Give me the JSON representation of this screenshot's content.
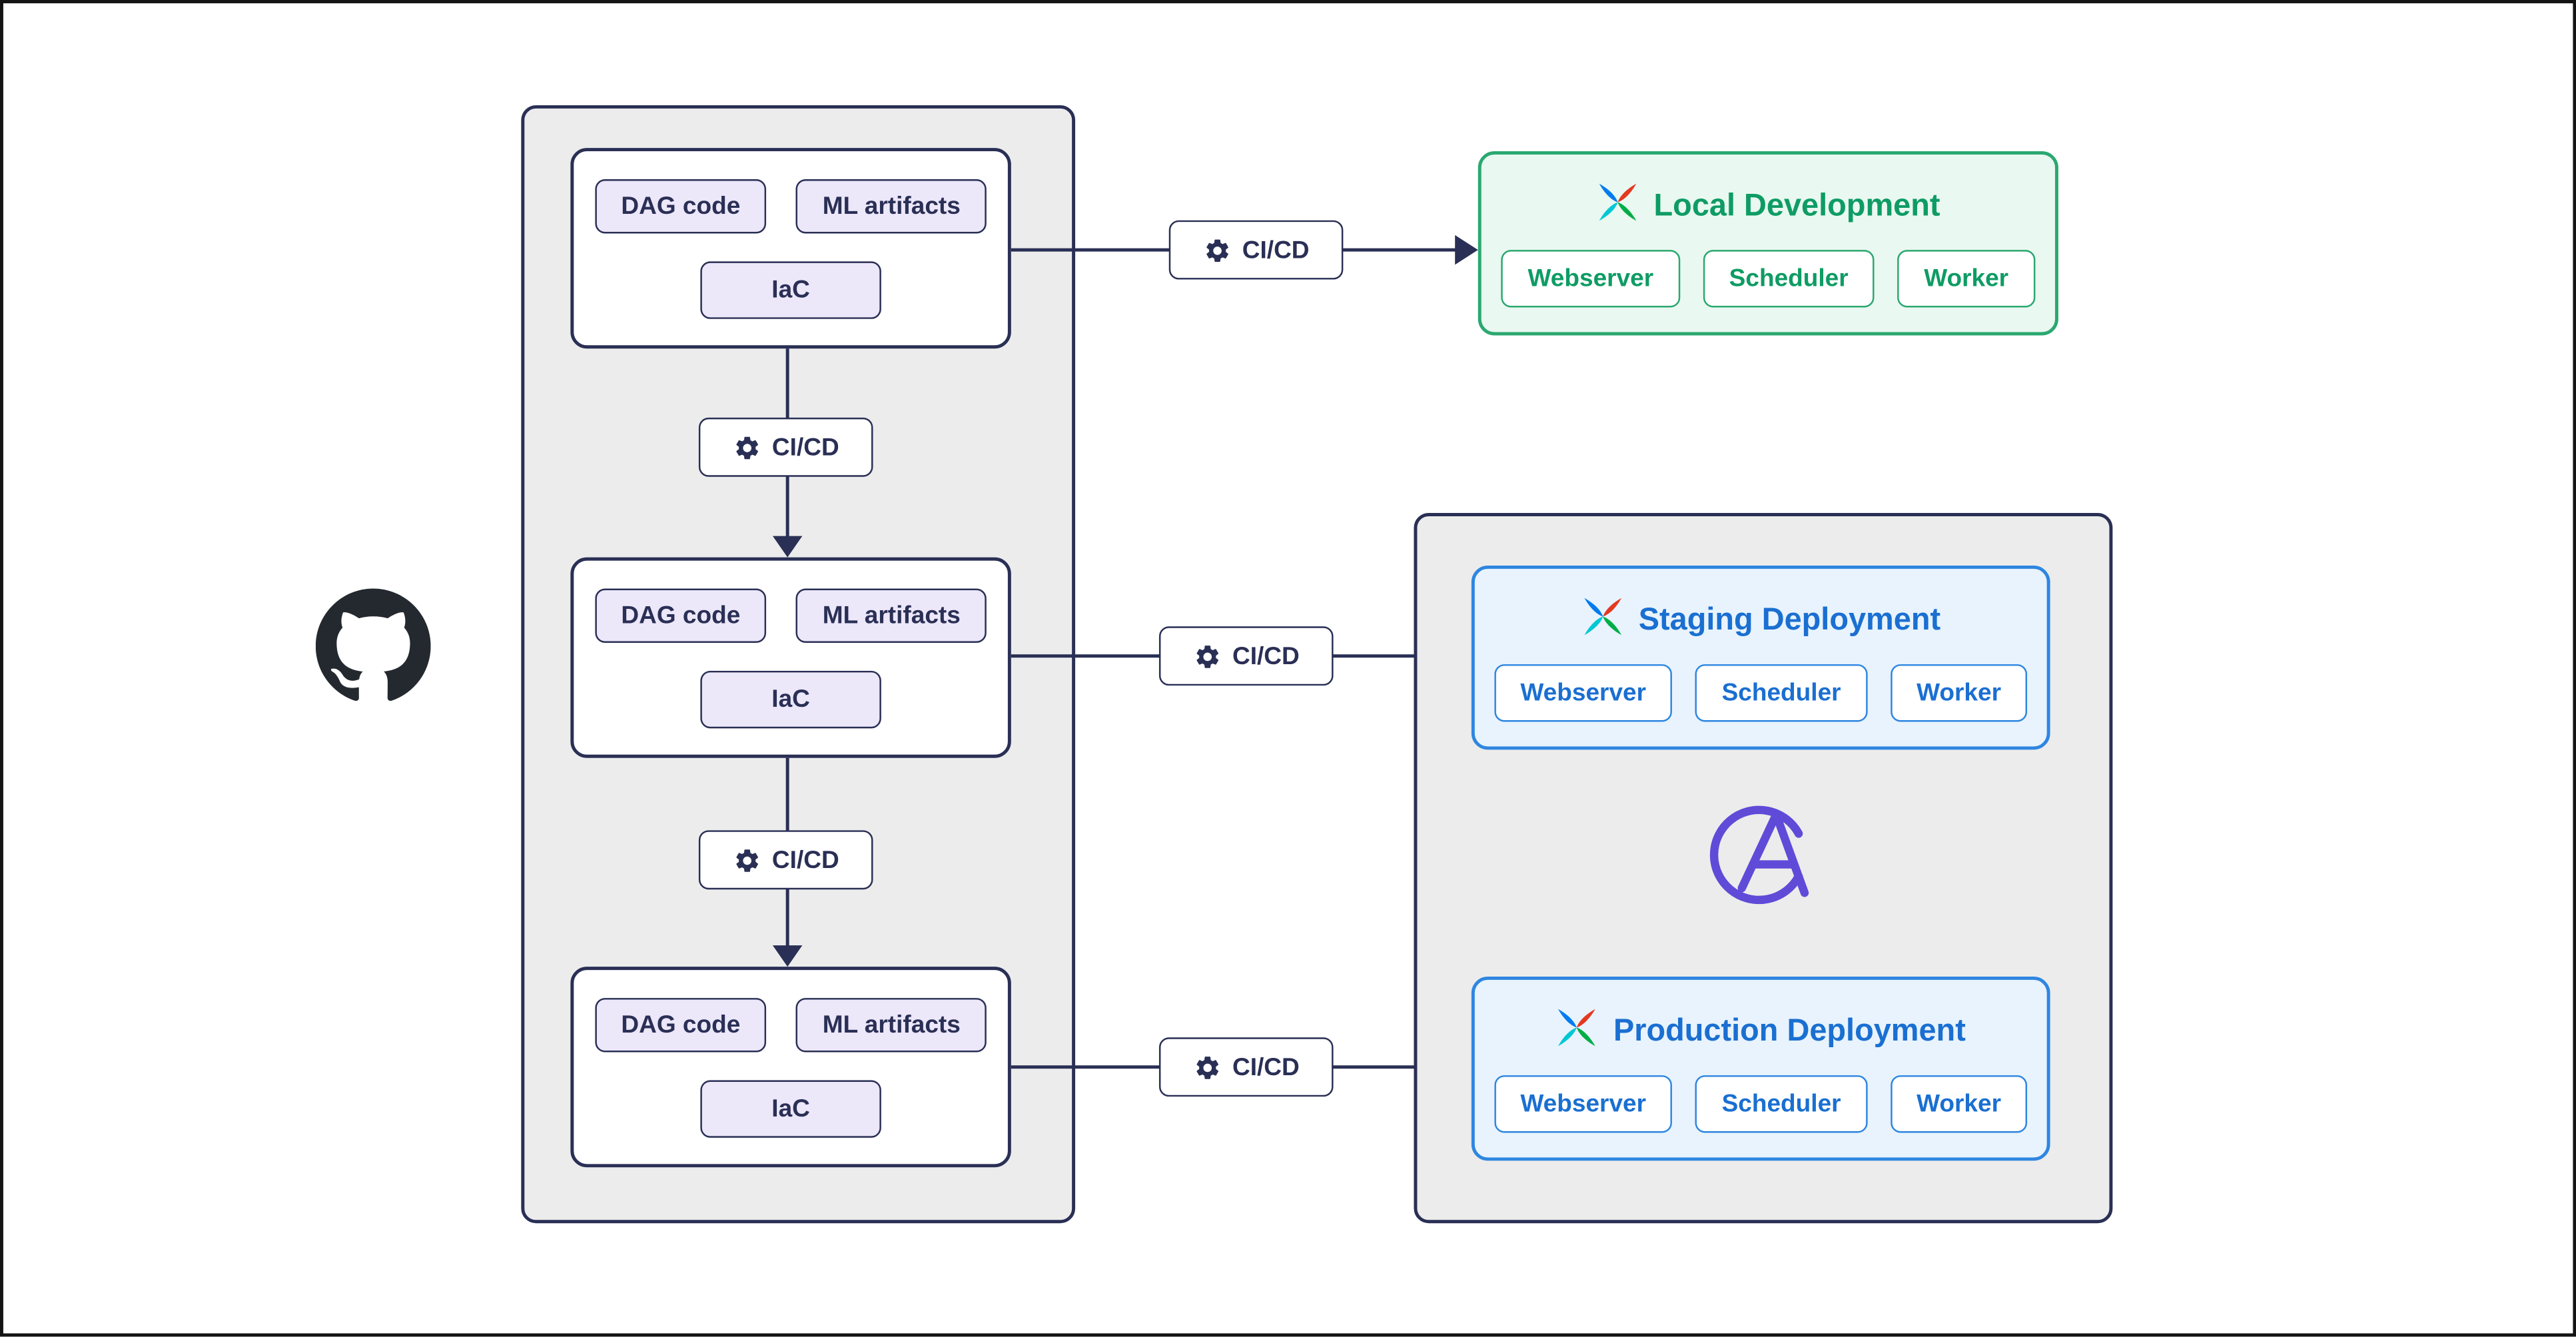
{
  "cicd": {
    "label": "CI/CD"
  },
  "repos": [
    {
      "chips": [
        "DAG code",
        "ML artifacts",
        "IaC"
      ]
    },
    {
      "chips": [
        "DAG code",
        "ML artifacts",
        "IaC"
      ]
    },
    {
      "chips": [
        "DAG code",
        "ML artifacts",
        "IaC"
      ]
    }
  ],
  "environments": [
    {
      "title": "Local Development",
      "components": [
        "Webserver",
        "Scheduler",
        "Worker"
      ],
      "accent": "#0e9c64"
    },
    {
      "title": "Staging Deployment",
      "components": [
        "Webserver",
        "Scheduler",
        "Worker"
      ],
      "accent": "#1a6fd1"
    },
    {
      "title": "Production Deployment",
      "components": [
        "Webserver",
        "Scheduler",
        "Worker"
      ],
      "accent": "#1a6fd1"
    }
  ],
  "icons": {
    "github": "github-icon",
    "gear": "gear-icon",
    "airflow": "airflow-pinwheel-icon",
    "astronomer": "astronomer-icon"
  },
  "colors": {
    "navy": "#2a2f55",
    "lavender_chip": "#ece7f9",
    "panel_gray": "#ececec",
    "green_bg": "#e9f8f0",
    "green_border": "#2aa870",
    "green_text": "#0e9c64",
    "blue_bg": "#e8f3fd",
    "blue_border": "#2e86e0",
    "blue_text": "#1a6fd1",
    "purple": "#5f4bd8",
    "github_dark": "#24292f"
  }
}
